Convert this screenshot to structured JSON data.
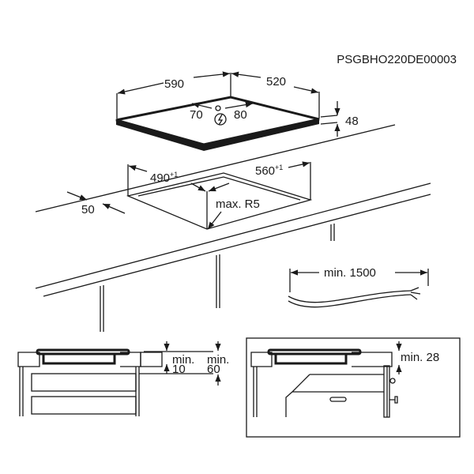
{
  "code": "PSGBHO220DE00003",
  "hob": {
    "width": "590",
    "depth": "520",
    "left_offset": "70",
    "right_offset": "80",
    "height": "48",
    "power_icon": "electrical-connection-icon"
  },
  "cutout": {
    "width": "490",
    "width_tolerance": "+1",
    "depth": "560",
    "depth_tolerance": "+1",
    "edge_distance": "50",
    "radius": "max. R5"
  },
  "cable": {
    "length": "min. 1500"
  },
  "drawer_section": {
    "clearance_a_label": "min.",
    "clearance_a": "10",
    "clearance_b_label": "min.",
    "clearance_b": "60"
  },
  "oven_section": {
    "clearance": "min. 28"
  }
}
